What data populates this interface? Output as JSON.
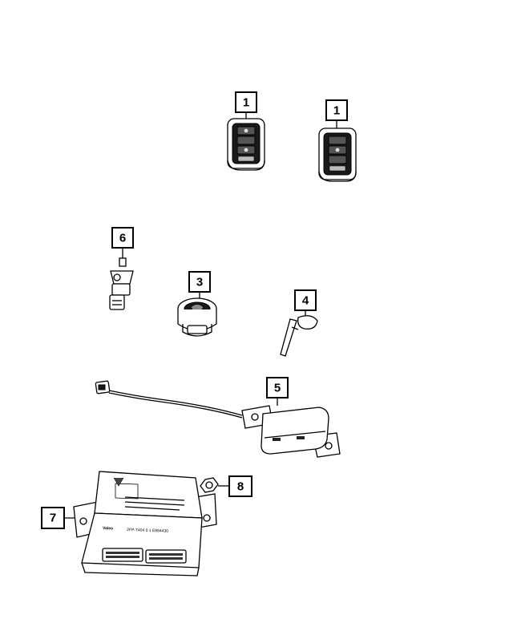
{
  "callouts": [
    {
      "label": "1"
    },
    {
      "label": "1"
    },
    {
      "label": "6"
    },
    {
      "label": "3"
    },
    {
      "label": "4"
    },
    {
      "label": "5"
    },
    {
      "label": "8"
    },
    {
      "label": "7"
    }
  ],
  "module_print": {
    "brand": "Valeo",
    "part_number": "2FP-T404 0 1 E884430"
  }
}
